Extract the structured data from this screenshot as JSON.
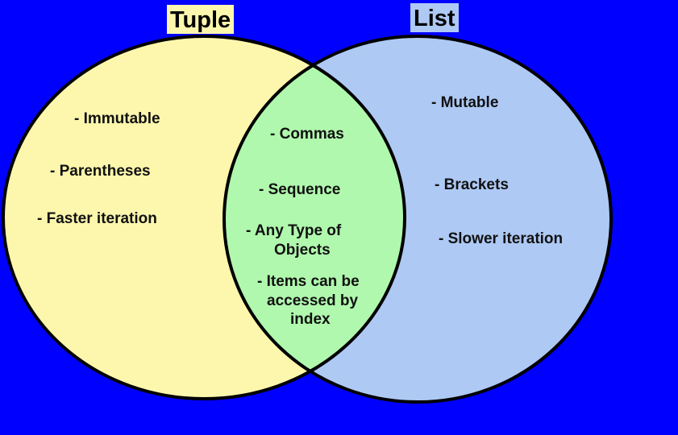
{
  "colors": {
    "background": "#0000ff",
    "tuple_fill": "#fdf7ad",
    "list_fill": "#aec9f4",
    "overlap_fill": "#b0f8ad",
    "outline": "#000000",
    "tuple_title_bg": "#fdf7ad",
    "list_title_bg": "#aec9f4"
  },
  "tuple": {
    "title": "Tuple",
    "items": [
      "- Immutable",
      "- Parentheses",
      "- Faster iteration"
    ]
  },
  "list": {
    "title": "List",
    "items": [
      "- Mutable",
      "- Brackets",
      "- Slower iteration"
    ]
  },
  "both": {
    "items": [
      "- Commas",
      "- Sequence",
      "- Any Type of",
      "Objects",
      "- Items can be",
      "accessed by",
      "index"
    ]
  }
}
